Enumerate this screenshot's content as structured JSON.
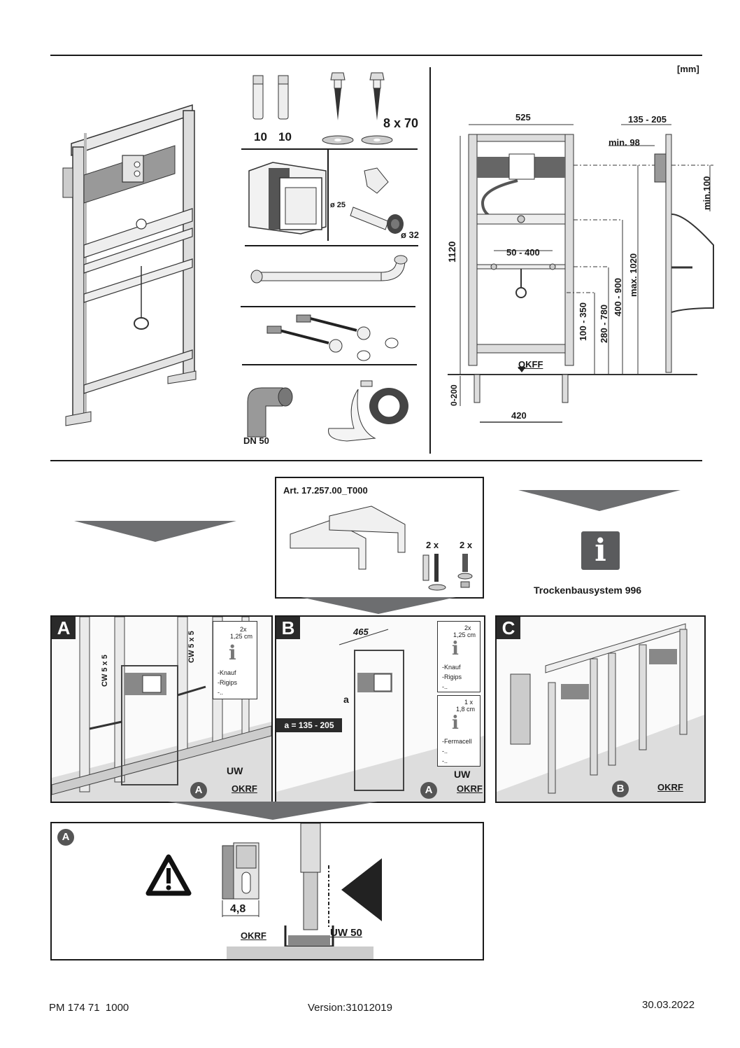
{
  "units_label": "[mm]",
  "parts": {
    "dowel_sizes": [
      "10",
      "10"
    ],
    "screw_size": "8 x 70",
    "pipe_diameter_small": "ø 25",
    "pipe_diameter_large": "ø 32",
    "elbow_label": "DN 50"
  },
  "dimensions": {
    "width": "525",
    "wall_distance": "135 - 205",
    "min_depth": "min. 98",
    "min_height_top": "min.100",
    "height": "1120",
    "bracket_spacing": "50 - 400",
    "drain_height": "100 - 350",
    "inlet_height": "280 - 780",
    "bracket_height": "400 - 900",
    "max_height": "max. 1020",
    "floor_label": "OKFF",
    "leg_extension": "0-200",
    "leg_spacing": "420"
  },
  "accessory": {
    "article": "Art. 17.257.00_T000",
    "qty_left": "2 x",
    "qty_right": "2 x"
  },
  "info_system": {
    "label": "Trockenbausystem 996",
    "icon": "info-icon"
  },
  "panel_a": {
    "letter": "A",
    "profile_left": "CW 5 x 5",
    "profile_right": "CW 5 x 5",
    "note_qty": "2x",
    "note_thickness": "1,25 cm",
    "note_items": [
      "-Knauf",
      "-Rigips",
      "-.."
    ],
    "uw_label": "UW",
    "marker": "A",
    "floor_label": "OKRF"
  },
  "panel_b": {
    "letter": "B",
    "width": "465",
    "a_label": "a",
    "a_range": "a = 135 - 205",
    "note1_qty": "2x",
    "note1_thickness": "1,25 cm",
    "note1_items": [
      "-Knauf",
      "-Rigips",
      "-.."
    ],
    "note2_qty": "1 x",
    "note2_thickness": "1,8 cm",
    "note2_items": [
      "-Fermacell",
      "-..",
      "-.."
    ],
    "uw_label": "UW",
    "marker": "A",
    "floor_label": "OKRF"
  },
  "panel_c": {
    "letter": "C",
    "marker": "B",
    "floor_label": "OKRF"
  },
  "detail_a": {
    "marker": "A",
    "dimension": "4,8",
    "floor_label": "OKRF",
    "profile_label": "UW 50"
  },
  "footer": {
    "doc_number": "PM 174 71  1000",
    "version": "Version:31012019",
    "date": "30.03.2022"
  }
}
